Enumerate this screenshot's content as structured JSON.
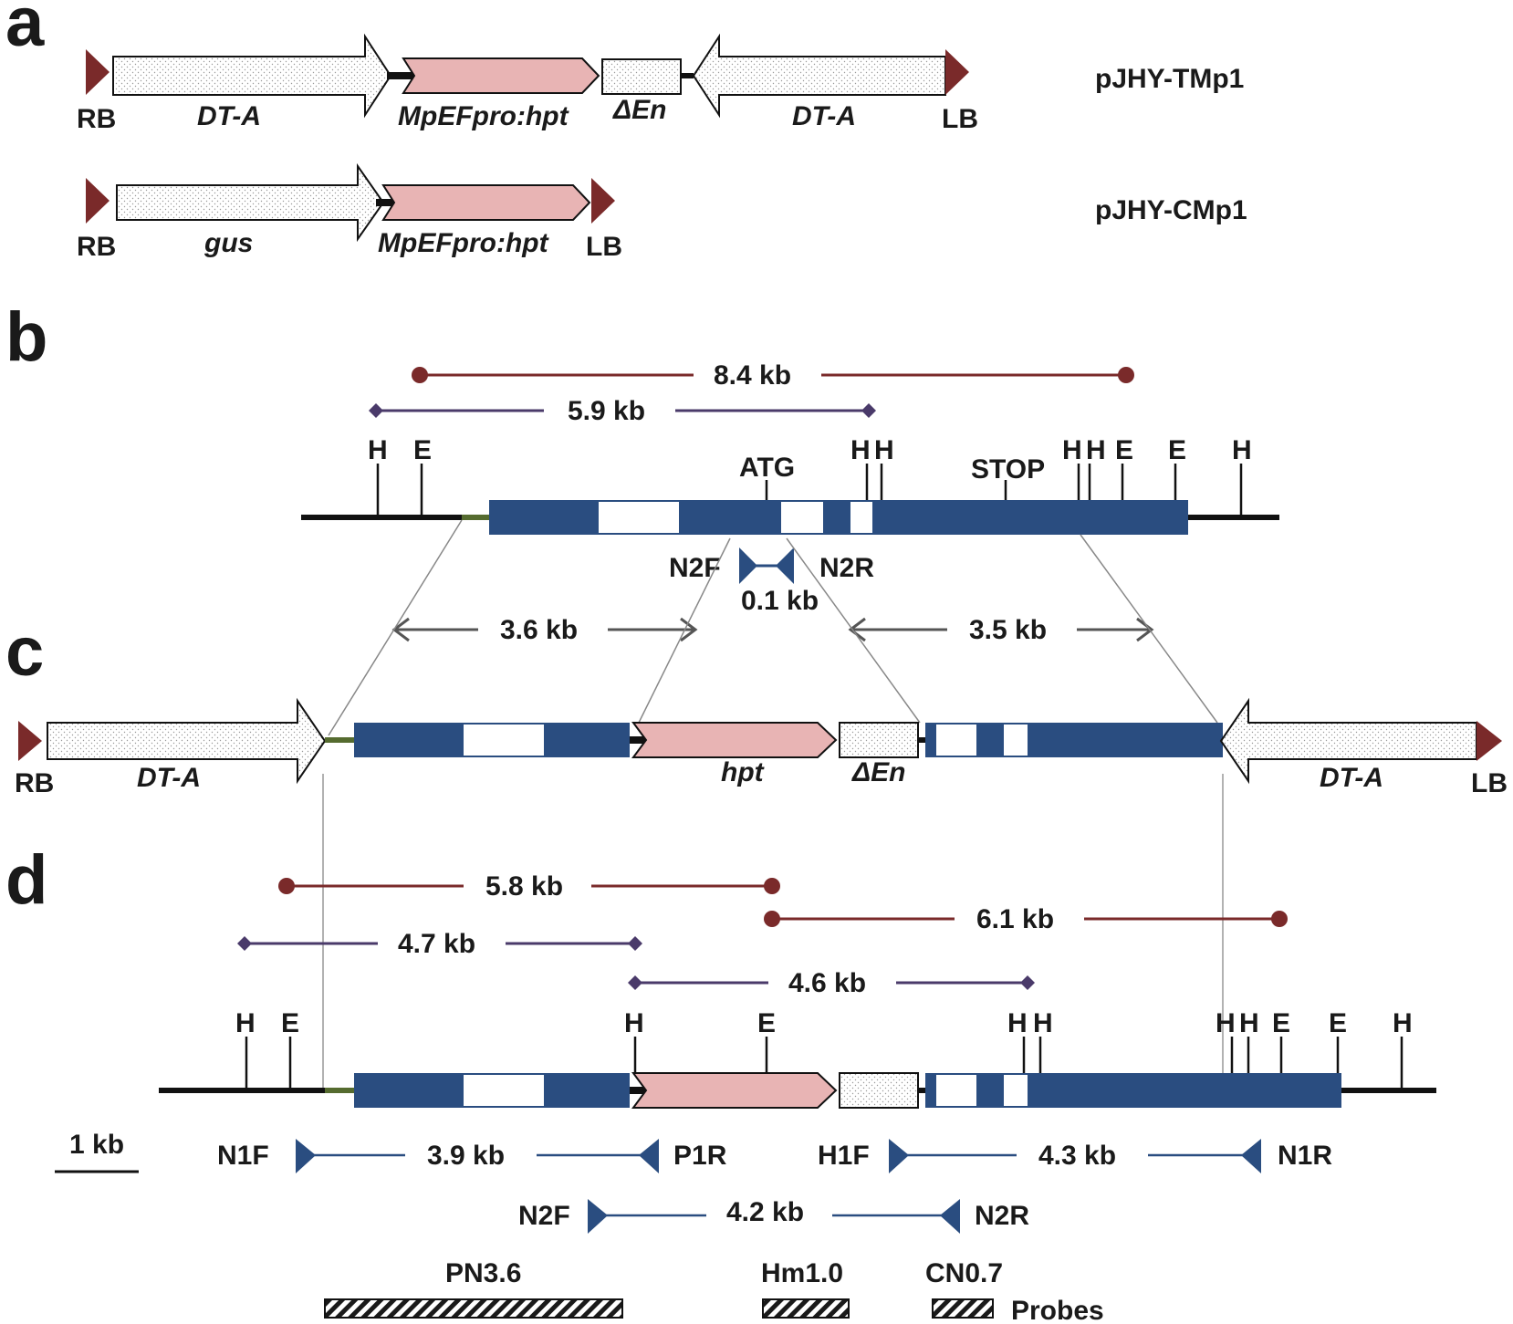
{
  "panels": {
    "a": "a",
    "b": "b",
    "c": "c",
    "d": "d"
  },
  "colors": {
    "exon": "#2a4d80",
    "hpt": "#e8b4b4",
    "border": "#7a2a2a",
    "ecor_marker": "#7a2a2a",
    "hind_marker": "#4a3a6a",
    "primer": "#2a4d80",
    "gray_arrow": "#555555"
  },
  "panel_a": {
    "construct1_name": "pJHY-TMp1",
    "construct2_name": "pJHY-CMp1",
    "rb": "RB",
    "lb": "LB",
    "dta": "DT-A",
    "mpef_hpt": "MpEFpro:hpt",
    "delta_en": "ΔEn",
    "gus": "gus"
  },
  "panel_b": {
    "ecor_fragment": "8.4 kb",
    "hind_fragment": "5.9 kb",
    "site_H": "H",
    "site_E": "E",
    "atg": "ATG",
    "stop": "STOP",
    "primer_f": "N2F",
    "primer_r": "N2R",
    "pcr_size": "0.1 kb",
    "left_arm": "3.6 kb",
    "right_arm": "3.5 kb"
  },
  "panel_c": {
    "rb": "RB",
    "lb": "LB",
    "dta": "DT-A",
    "hpt": "hpt",
    "delta_en": "ΔEn"
  },
  "panel_d": {
    "ecor_left": "5.8 kb",
    "ecor_right": "6.1 kb",
    "hind_left": "4.7 kb",
    "hind_mid": "4.6 kb",
    "scale": "1 kb",
    "pcr1_f": "N1F",
    "pcr1_r": "P1R",
    "pcr1_size": "3.9 kb",
    "pcr2_f": "H1F",
    "pcr2_r": "N1R",
    "pcr2_size": "4.3 kb",
    "pcr3_f": "N2F",
    "pcr3_r": "N2R",
    "pcr3_size": "4.2 kb",
    "probe1": "PN3.6",
    "probe2": "Hm1.0",
    "probe3": "CN0.7",
    "probes_label": "Probes"
  }
}
